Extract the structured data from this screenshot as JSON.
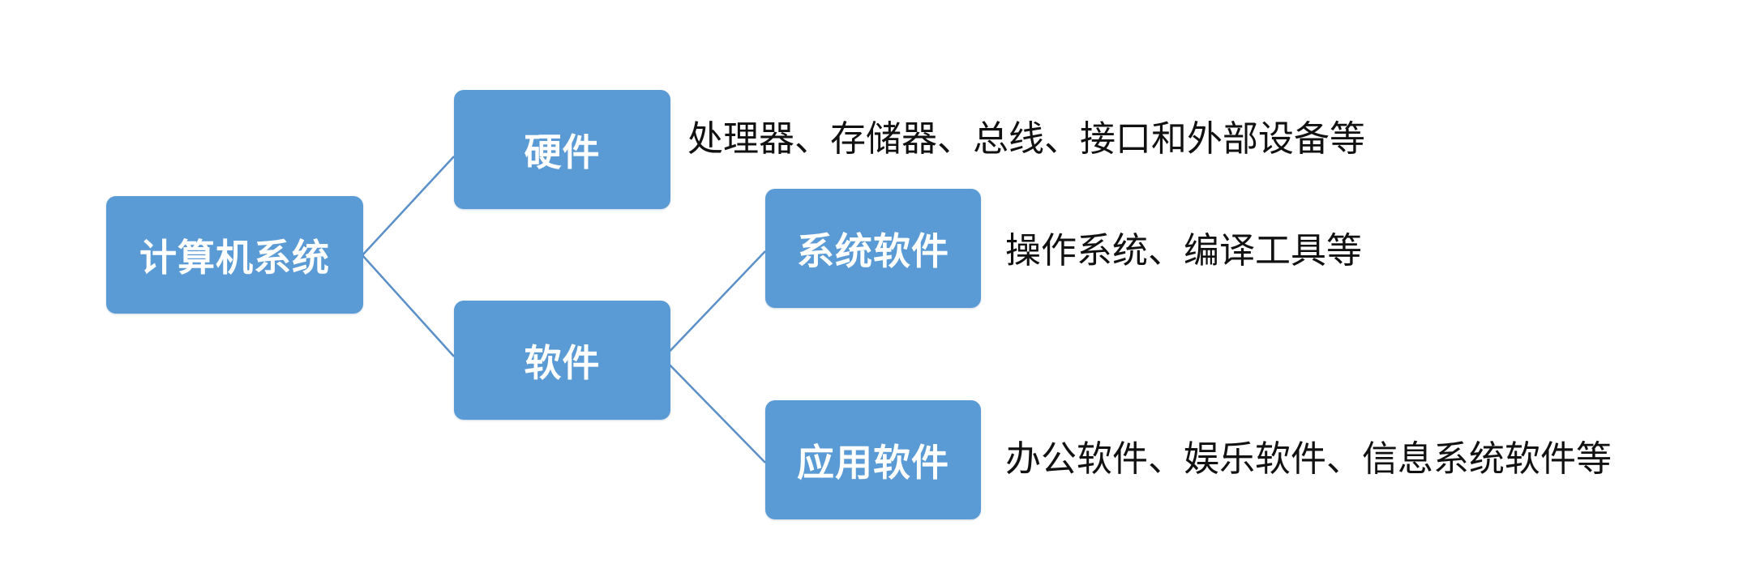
{
  "nodes": {
    "root": {
      "label": "计算机系统"
    },
    "hardware": {
      "label": "硬件",
      "description": "处理器、存储器、总线、接口和外部设备等"
    },
    "software": {
      "label": "软件"
    },
    "system_software": {
      "label": "系统软件",
      "description": "操作系统、编译工具等"
    },
    "application_software": {
      "label": "应用软件",
      "description": "办公软件、娱乐软件、信息系统软件等"
    }
  },
  "colors": {
    "node_fill": "#5b9bd5",
    "node_text": "#ffffff",
    "connector": "#5b8fc7",
    "description_text": "#111111"
  }
}
